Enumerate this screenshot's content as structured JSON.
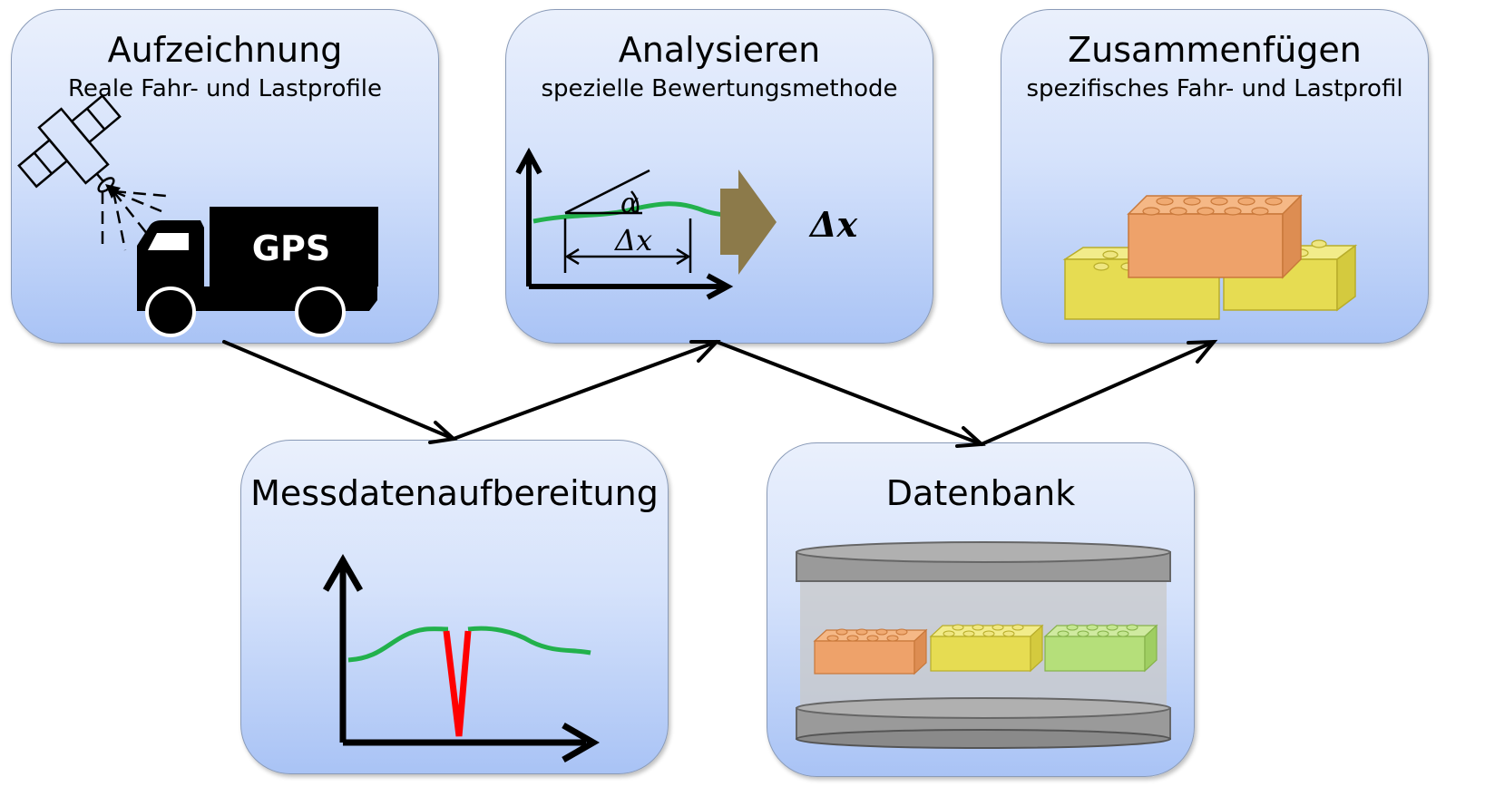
{
  "steps": {
    "record": {
      "title": "Aufzeichnung",
      "subtitle": "Reale Fahr- und Lastprofile",
      "truck_label": "GPS"
    },
    "analyze": {
      "title": "Analysieren",
      "subtitle": "spezielle Bewertungsmethode",
      "angle_label": "α",
      "delta_label": "Δx",
      "result_label": "Δx"
    },
    "combine": {
      "title": "Zusammenfügen",
      "subtitle": "spezifisches Fahr- und Lastprofil"
    },
    "prepare": {
      "title": "Messdatenaufbereitung"
    },
    "database": {
      "title": "Datenbank"
    }
  },
  "colors": {
    "curve": "#22b14c",
    "spike": "#ff0000",
    "arrow_block": "#8c7a4a",
    "brick_orange": "#f0a060",
    "brick_yellow": "#ece45e",
    "brick_green": "#b5df7a"
  }
}
